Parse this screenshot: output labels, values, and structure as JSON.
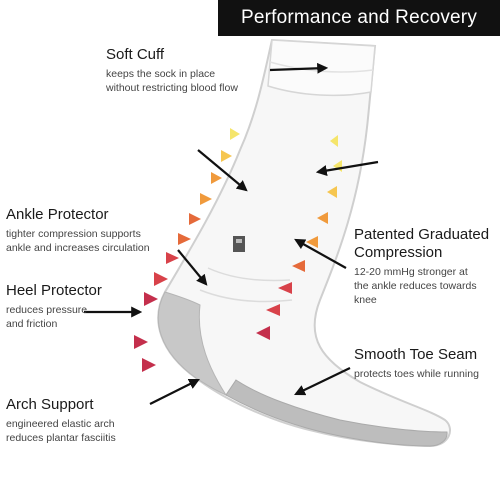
{
  "header": {
    "title": "Performance and Recovery"
  },
  "features": {
    "soft_cuff": {
      "title": "Soft Cuff",
      "desc_line1": "keeps the sock in place",
      "desc_line2": "without restricting blood flow"
    },
    "ankle_protector": {
      "title": "Ankle Protector",
      "desc_line1": "tighter compression supports",
      "desc_line2": "ankle and increases circulation"
    },
    "heel_protector": {
      "title": "Heel Protector",
      "desc_line1": "reduces pressure",
      "desc_line2": "and friction"
    },
    "arch_support": {
      "title": "Arch Support",
      "desc_line1": "engineered elastic arch",
      "desc_line2": "reduces plantar fasciitis"
    },
    "graduated_compression": {
      "title_line1": "Patented Graduated",
      "title_line2": "Compression",
      "desc_line1": "12-20 mmHg stronger at",
      "desc_line2": "the ankle reduces towards",
      "desc_line3": "knee"
    },
    "toe_seam": {
      "title": "Smooth Toe Seam",
      "desc_line1": "protects toes while running"
    }
  },
  "colors": {
    "banner": "#111111",
    "arrow": "#111111",
    "sock": "#f7f7f7",
    "sole": "#b9b9b9",
    "gradient": [
      "#f5e56b",
      "#f6c650",
      "#f09a3c",
      "#e56a3a",
      "#d8424a",
      "#c42f4c"
    ]
  }
}
